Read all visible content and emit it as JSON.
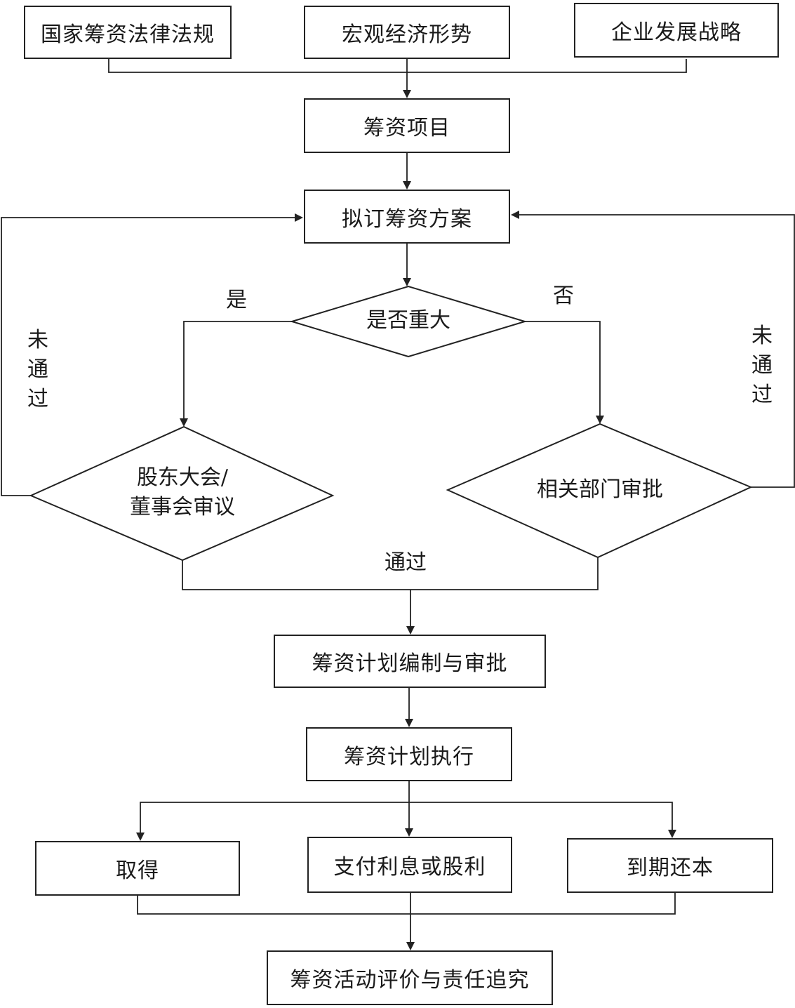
{
  "inputs": {
    "law": "国家筹资法律法规",
    "macro": "宏观经济形势",
    "strategy": "企业发展战略"
  },
  "project": "筹资项目",
  "draft_plan": "拟订筹资方案",
  "decision": {
    "text": "是否重大",
    "yes_label": "是",
    "no_label": "否"
  },
  "shareholder_review": {
    "line1": "股东大会/",
    "line2": "董事会审议"
  },
  "department_approval": "相关部门审批",
  "not_passed": [
    "未",
    "通",
    "过"
  ],
  "passed_label": "通过",
  "plan_compile": "筹资计划编制与审批",
  "plan_execute": "筹资计划执行",
  "outcomes": {
    "obtain": "取得",
    "pay": "支付利息或股利",
    "repay": "到期还本"
  },
  "evaluation": "筹资活动评价与责任追究"
}
